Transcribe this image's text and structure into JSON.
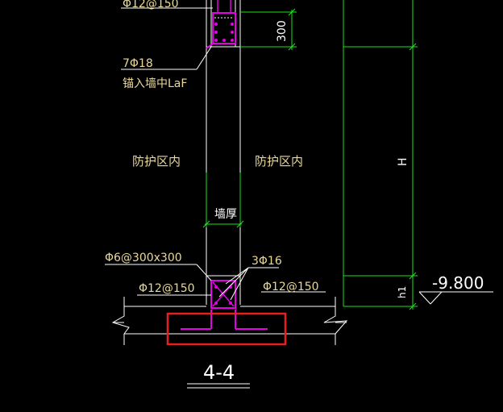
{
  "labels": {
    "rebar_top": "Φ12@150",
    "rebar_7": "7Φ18",
    "anchor_note": "锚入墙中LaF",
    "dim_300": "300",
    "protect_left": "防护区内",
    "protect_right": "防护区内",
    "dim_H": "H",
    "wall_thickness": "墙厚",
    "stirrup": "Φ6@300x300",
    "rebar_3": "3Φ16",
    "rebar_bottom_left": "Φ12@150",
    "rebar_bottom_right": "Φ12@150",
    "dim_h1": "h1",
    "elevation": "-9.800",
    "section": "4-4"
  },
  "colors": {
    "background": "#000000",
    "text": "#e8d89a",
    "dimension": "#19e619",
    "rebar": "#e600e6",
    "lines": "#ffffff",
    "highlight": "#e62020"
  }
}
